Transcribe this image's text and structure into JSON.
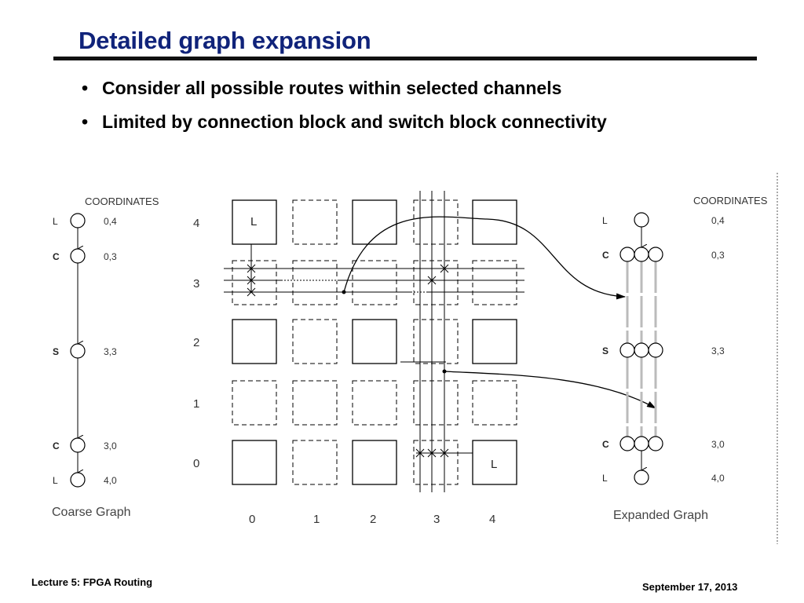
{
  "slide": {
    "title": "Detailed graph expansion",
    "bullets": [
      "Consider all possible routes within selected channels",
      "Limited by connection block and switch block connectivity"
    ]
  },
  "coarse_graph": {
    "header": "COORDINATES",
    "caption": "Coarse Graph",
    "nodes": [
      {
        "type": "L",
        "coord": "0,4"
      },
      {
        "type": "C",
        "coord": "0,3"
      },
      {
        "type": "S",
        "coord": "3,3"
      },
      {
        "type": "C",
        "coord": "3,0"
      },
      {
        "type": "L",
        "coord": "4,0"
      }
    ]
  },
  "routing_grid": {
    "row_labels": [
      "4",
      "3",
      "2",
      "1",
      "0"
    ],
    "col_labels": [
      "0",
      "1",
      "2",
      "3",
      "4"
    ],
    "source_block_label": "L",
    "sink_block_label": "L"
  },
  "expanded_graph": {
    "header": "COORDINATES",
    "caption": "Expanded Graph",
    "nodes": [
      {
        "type": "L",
        "coord": "0,4"
      },
      {
        "type": "C",
        "coord": "0,3"
      },
      {
        "type": "S",
        "coord": "3,3"
      },
      {
        "type": "C",
        "coord": "3,0"
      },
      {
        "type": "L",
        "coord": "4,0"
      }
    ]
  },
  "footer": {
    "left": "Lecture 5: FPGA Routing",
    "right": "September 17, 2013"
  }
}
